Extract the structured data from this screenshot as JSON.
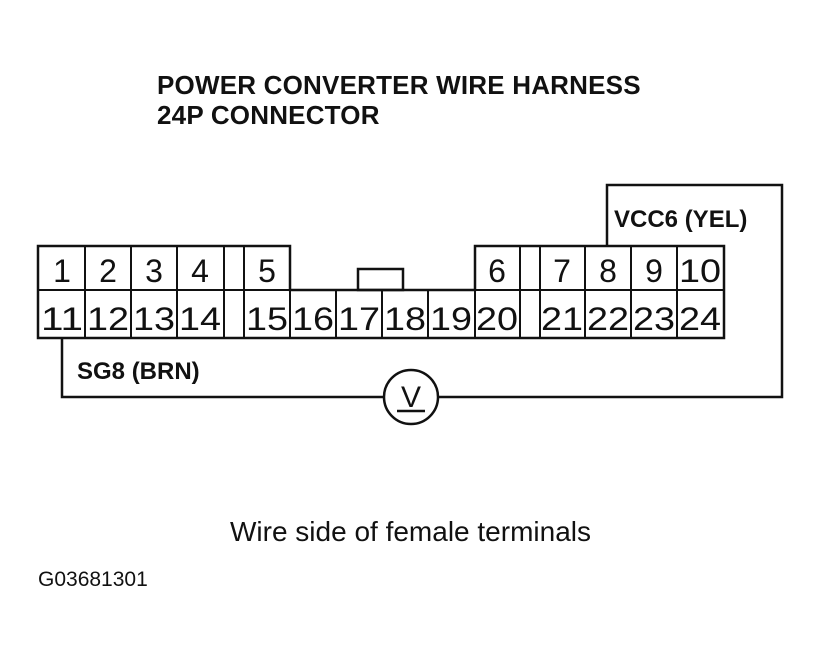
{
  "title": {
    "line1": "POWER CONVERTER WIRE HARNESS",
    "line2": "24P CONNECTOR"
  },
  "connector": {
    "pins": [
      "1",
      "2",
      "3",
      "4",
      "5",
      "6",
      "7",
      "8",
      "9",
      "10",
      "11",
      "12",
      "13",
      "14",
      "15",
      "16",
      "17",
      "18",
      "19",
      "20",
      "21",
      "22",
      "23",
      "24"
    ]
  },
  "labels": {
    "vcc": "VCC6 (YEL)",
    "sg": "SG8 (BRN)",
    "meter_symbol": "V"
  },
  "caption": "Wire side of female terminals",
  "figure_code": "G03681301"
}
